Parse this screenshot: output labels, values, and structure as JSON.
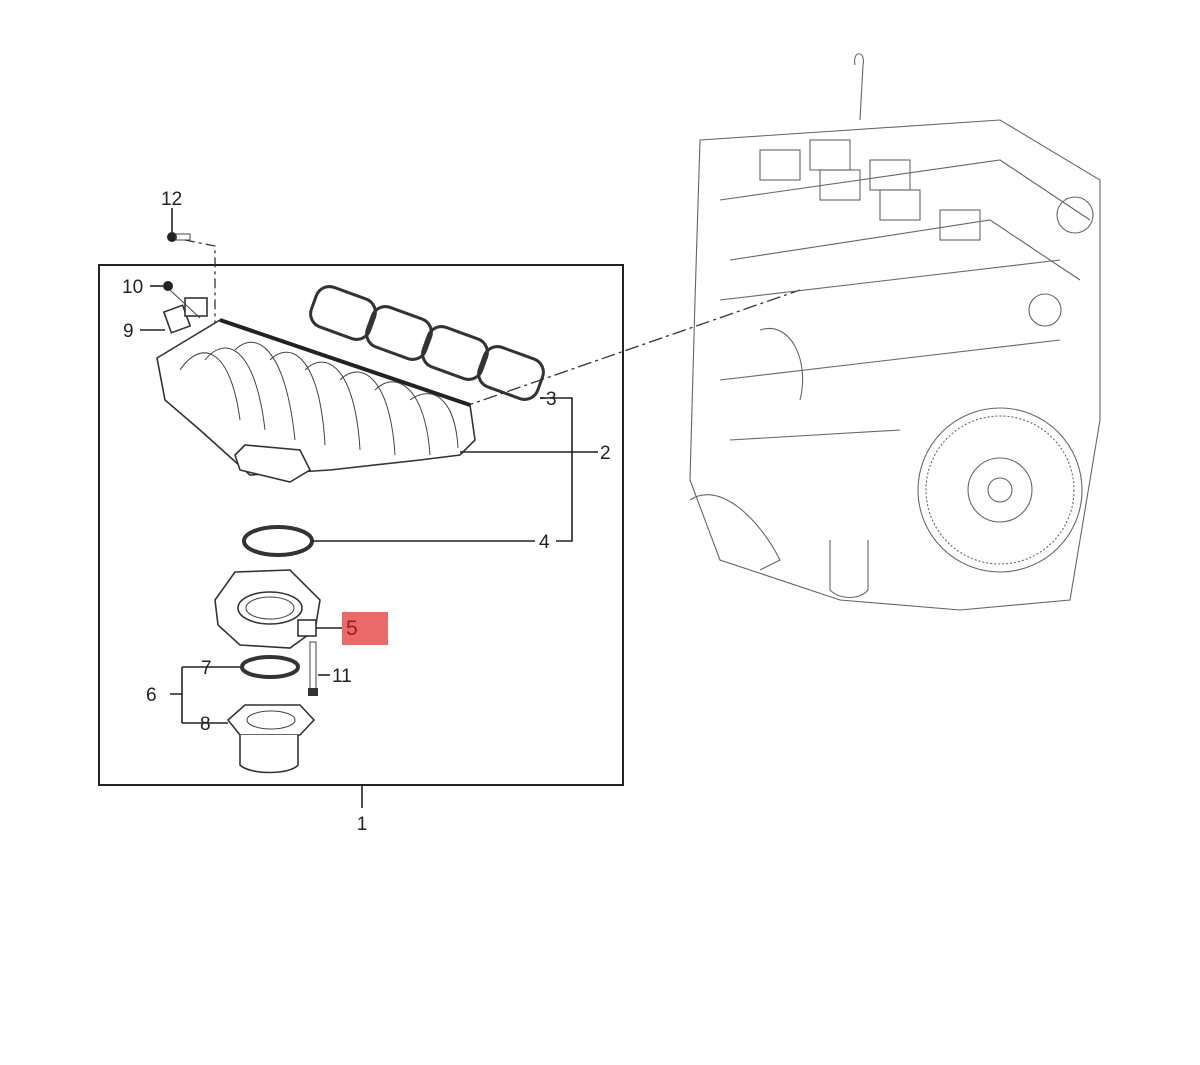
{
  "diagram": {
    "callouts": [
      "1",
      "2",
      "3",
      "4",
      "5",
      "6",
      "7",
      "8",
      "9",
      "10",
      "11",
      "12"
    ],
    "highlighted_callout": "5",
    "highlight_color": "#e96a6a",
    "highlight_text_color": "#a01818"
  }
}
